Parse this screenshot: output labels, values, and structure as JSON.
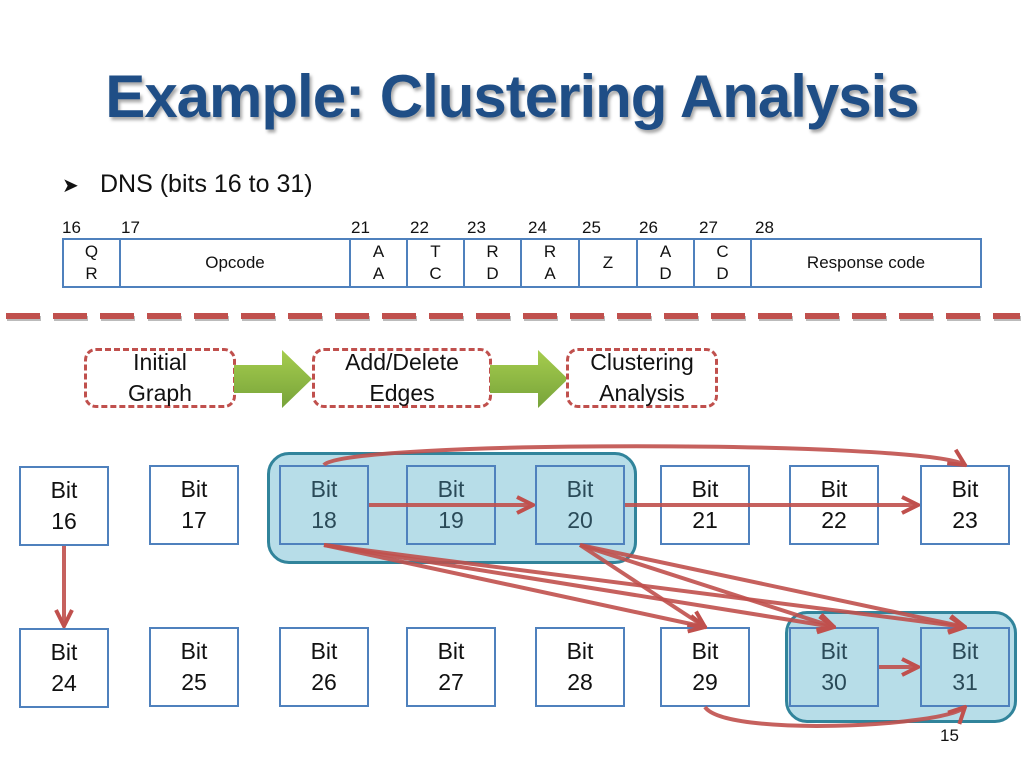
{
  "slide": {
    "title": "Example: Clustering Analysis",
    "bullet": "DNS (bits 16 to 31)",
    "page_number": "15"
  },
  "header_fields": {
    "bit_numbers": [
      "16",
      "17",
      "21",
      "22",
      "23",
      "24",
      "25",
      "26",
      "27",
      "28"
    ],
    "fields": [
      {
        "line1": "Q",
        "line2": "R"
      },
      {
        "line1": "Opcode",
        "line2": ""
      },
      {
        "line1": "A",
        "line2": "A"
      },
      {
        "line1": "T",
        "line2": "C"
      },
      {
        "line1": "R",
        "line2": "D"
      },
      {
        "line1": "R",
        "line2": "A"
      },
      {
        "line1": "Z",
        "line2": ""
      },
      {
        "line1": "A",
        "line2": "D"
      },
      {
        "line1": "C",
        "line2": "D"
      },
      {
        "line1": "Response code",
        "line2": ""
      }
    ]
  },
  "pipeline": {
    "steps": [
      {
        "line1": "Initial",
        "line2": "Graph"
      },
      {
        "line1": "Add/Delete",
        "line2": "Edges"
      },
      {
        "line1": "Clustering",
        "line2": "Analysis"
      }
    ]
  },
  "graph": {
    "nodes": [
      {
        "id": 16,
        "line1": "Bit",
        "line2": "16"
      },
      {
        "id": 17,
        "line1": "Bit",
        "line2": "17"
      },
      {
        "id": 18,
        "line1": "Bit",
        "line2": "18"
      },
      {
        "id": 19,
        "line1": "Bit",
        "line2": "19"
      },
      {
        "id": 20,
        "line1": "Bit",
        "line2": "20"
      },
      {
        "id": 21,
        "line1": "Bit",
        "line2": "21"
      },
      {
        "id": 22,
        "line1": "Bit",
        "line2": "22"
      },
      {
        "id": 23,
        "line1": "Bit",
        "line2": "23"
      },
      {
        "id": 24,
        "line1": "Bit",
        "line2": "24"
      },
      {
        "id": 25,
        "line1": "Bit",
        "line2": "25"
      },
      {
        "id": 26,
        "line1": "Bit",
        "line2": "26"
      },
      {
        "id": 27,
        "line1": "Bit",
        "line2": "27"
      },
      {
        "id": 28,
        "line1": "Bit",
        "line2": "28"
      },
      {
        "id": 29,
        "line1": "Bit",
        "line2": "29"
      },
      {
        "id": 30,
        "line1": "Bit",
        "line2": "30"
      },
      {
        "id": 31,
        "line1": "Bit",
        "line2": "31"
      }
    ],
    "clusters": [
      [
        18,
        19,
        20
      ],
      [
        30,
        31
      ]
    ],
    "edges": [
      {
        "from": 16,
        "to": 24
      },
      {
        "from": 18,
        "to": 20
      },
      {
        "from": 20,
        "to": 23
      },
      {
        "from": 18,
        "to": 23
      },
      {
        "from": 18,
        "to": 29
      },
      {
        "from": 18,
        "to": 30
      },
      {
        "from": 18,
        "to": 31
      },
      {
        "from": 20,
        "to": 29
      },
      {
        "from": 20,
        "to": 30
      },
      {
        "from": 20,
        "to": 31
      },
      {
        "from": 30,
        "to": 31
      },
      {
        "from": 29,
        "to": 31
      }
    ],
    "colors": {
      "edge": "#c0504d",
      "cluster_fill": "#b7dde8",
      "cluster_border": "#31849b",
      "node_border": "#4f81bd"
    }
  }
}
